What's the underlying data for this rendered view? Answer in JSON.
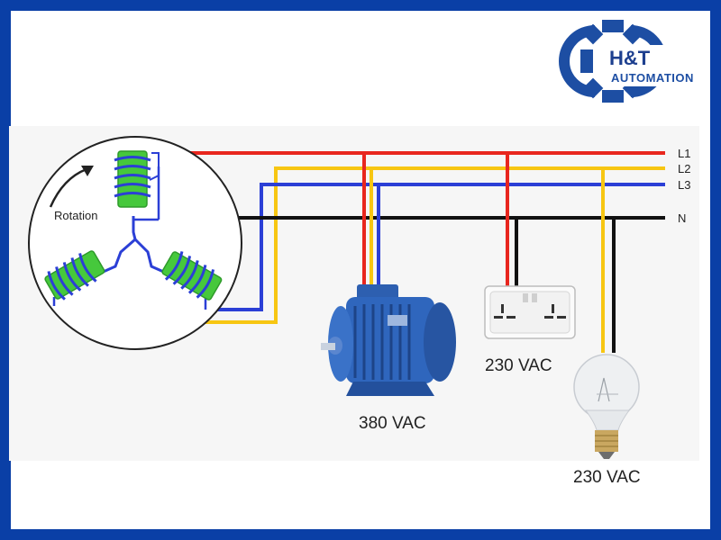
{
  "logo": {
    "name_text": "H&T",
    "tagline_text": "AUTOMATION",
    "icon": "gear-icon",
    "brand_color": "#1d4ea3"
  },
  "frame": {
    "border_color": "#0a3fa6"
  },
  "lines": {
    "l1": "L1",
    "l2": "L2",
    "l3": "L3",
    "n": "N"
  },
  "wire_colors": {
    "l1": "#e8261e",
    "l2": "#f7c612",
    "l3": "#2b3fd6",
    "n": "#111111"
  },
  "generator": {
    "rotation_label": "Rotation",
    "coil_color": "#46c83c",
    "icon": "rotation-arrow-icon"
  },
  "loads": {
    "motor_voltage": "380 VAC",
    "socket_voltage": "230 VAC",
    "lamp_voltage": "230 VAC",
    "motor_icon": "motor-icon",
    "socket_icon": "socket-icon",
    "lamp_icon": "lightbulb-icon"
  }
}
